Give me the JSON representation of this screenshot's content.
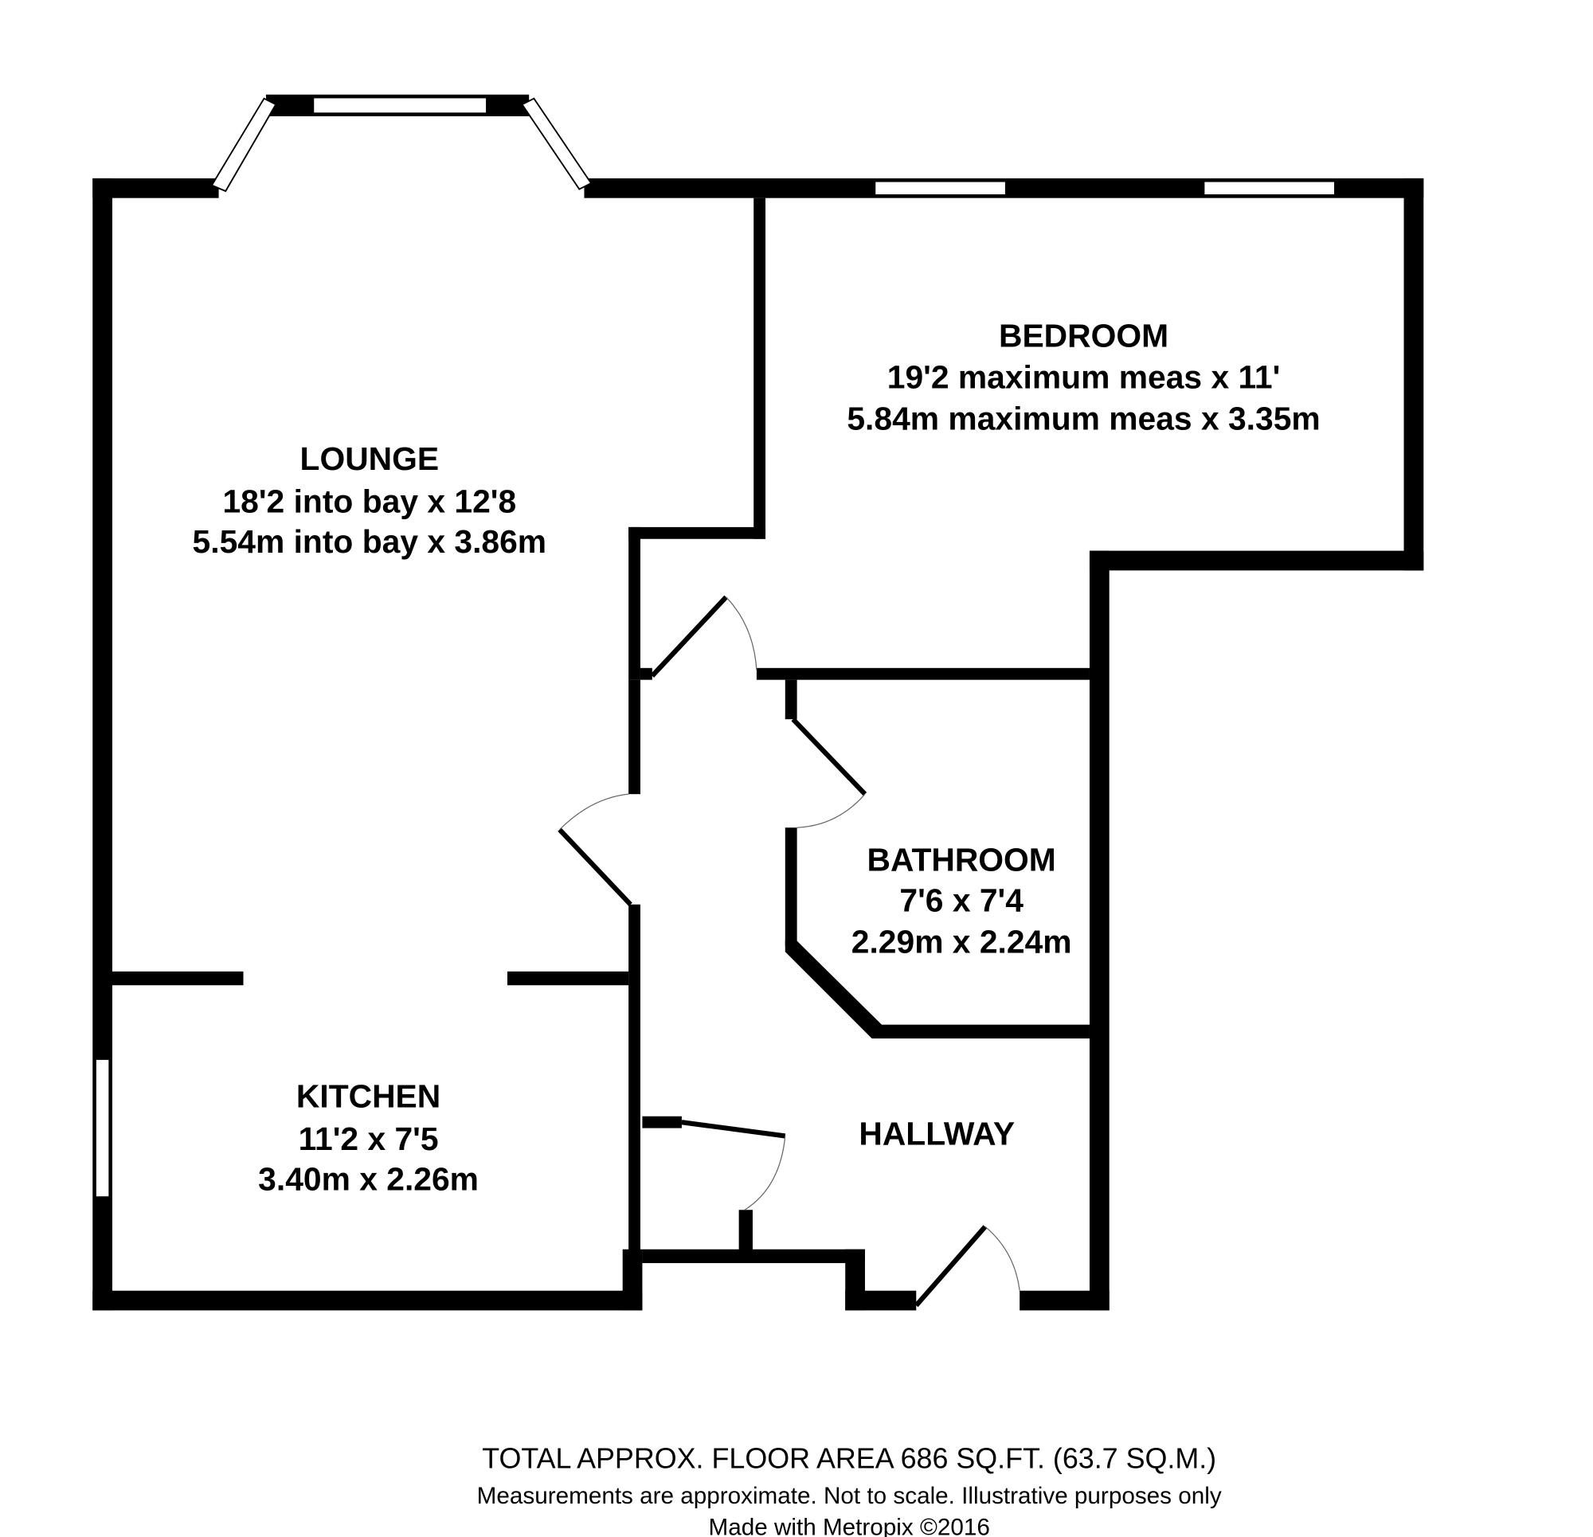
{
  "rooms": {
    "bedroom": {
      "name": "BEDROOM",
      "imperial": "19'2 maximum meas x 11'",
      "metric": "5.84m maximum meas x 3.35m"
    },
    "lounge": {
      "name": "LOUNGE",
      "imperial": "18'2 into bay x 12'8",
      "metric": "5.54m into bay x 3.86m"
    },
    "bathroom": {
      "name": "BATHROOM",
      "imperial": "7'6 x 7'4",
      "metric": "2.29m x 2.24m"
    },
    "kitchen": {
      "name": "KITCHEN",
      "imperial": "11'2 x 7'5",
      "metric": "3.40m x 2.26m"
    },
    "hallway": {
      "name": "HALLWAY"
    }
  },
  "footer": {
    "total_area": "TOTAL APPROX. FLOOR AREA 686 SQ.FT. (63.7 SQ.M.)",
    "disclaimer": "Measurements are approximate.  Not to scale.  Illustrative purposes only",
    "credit": "Made with Metropix ©2016"
  }
}
